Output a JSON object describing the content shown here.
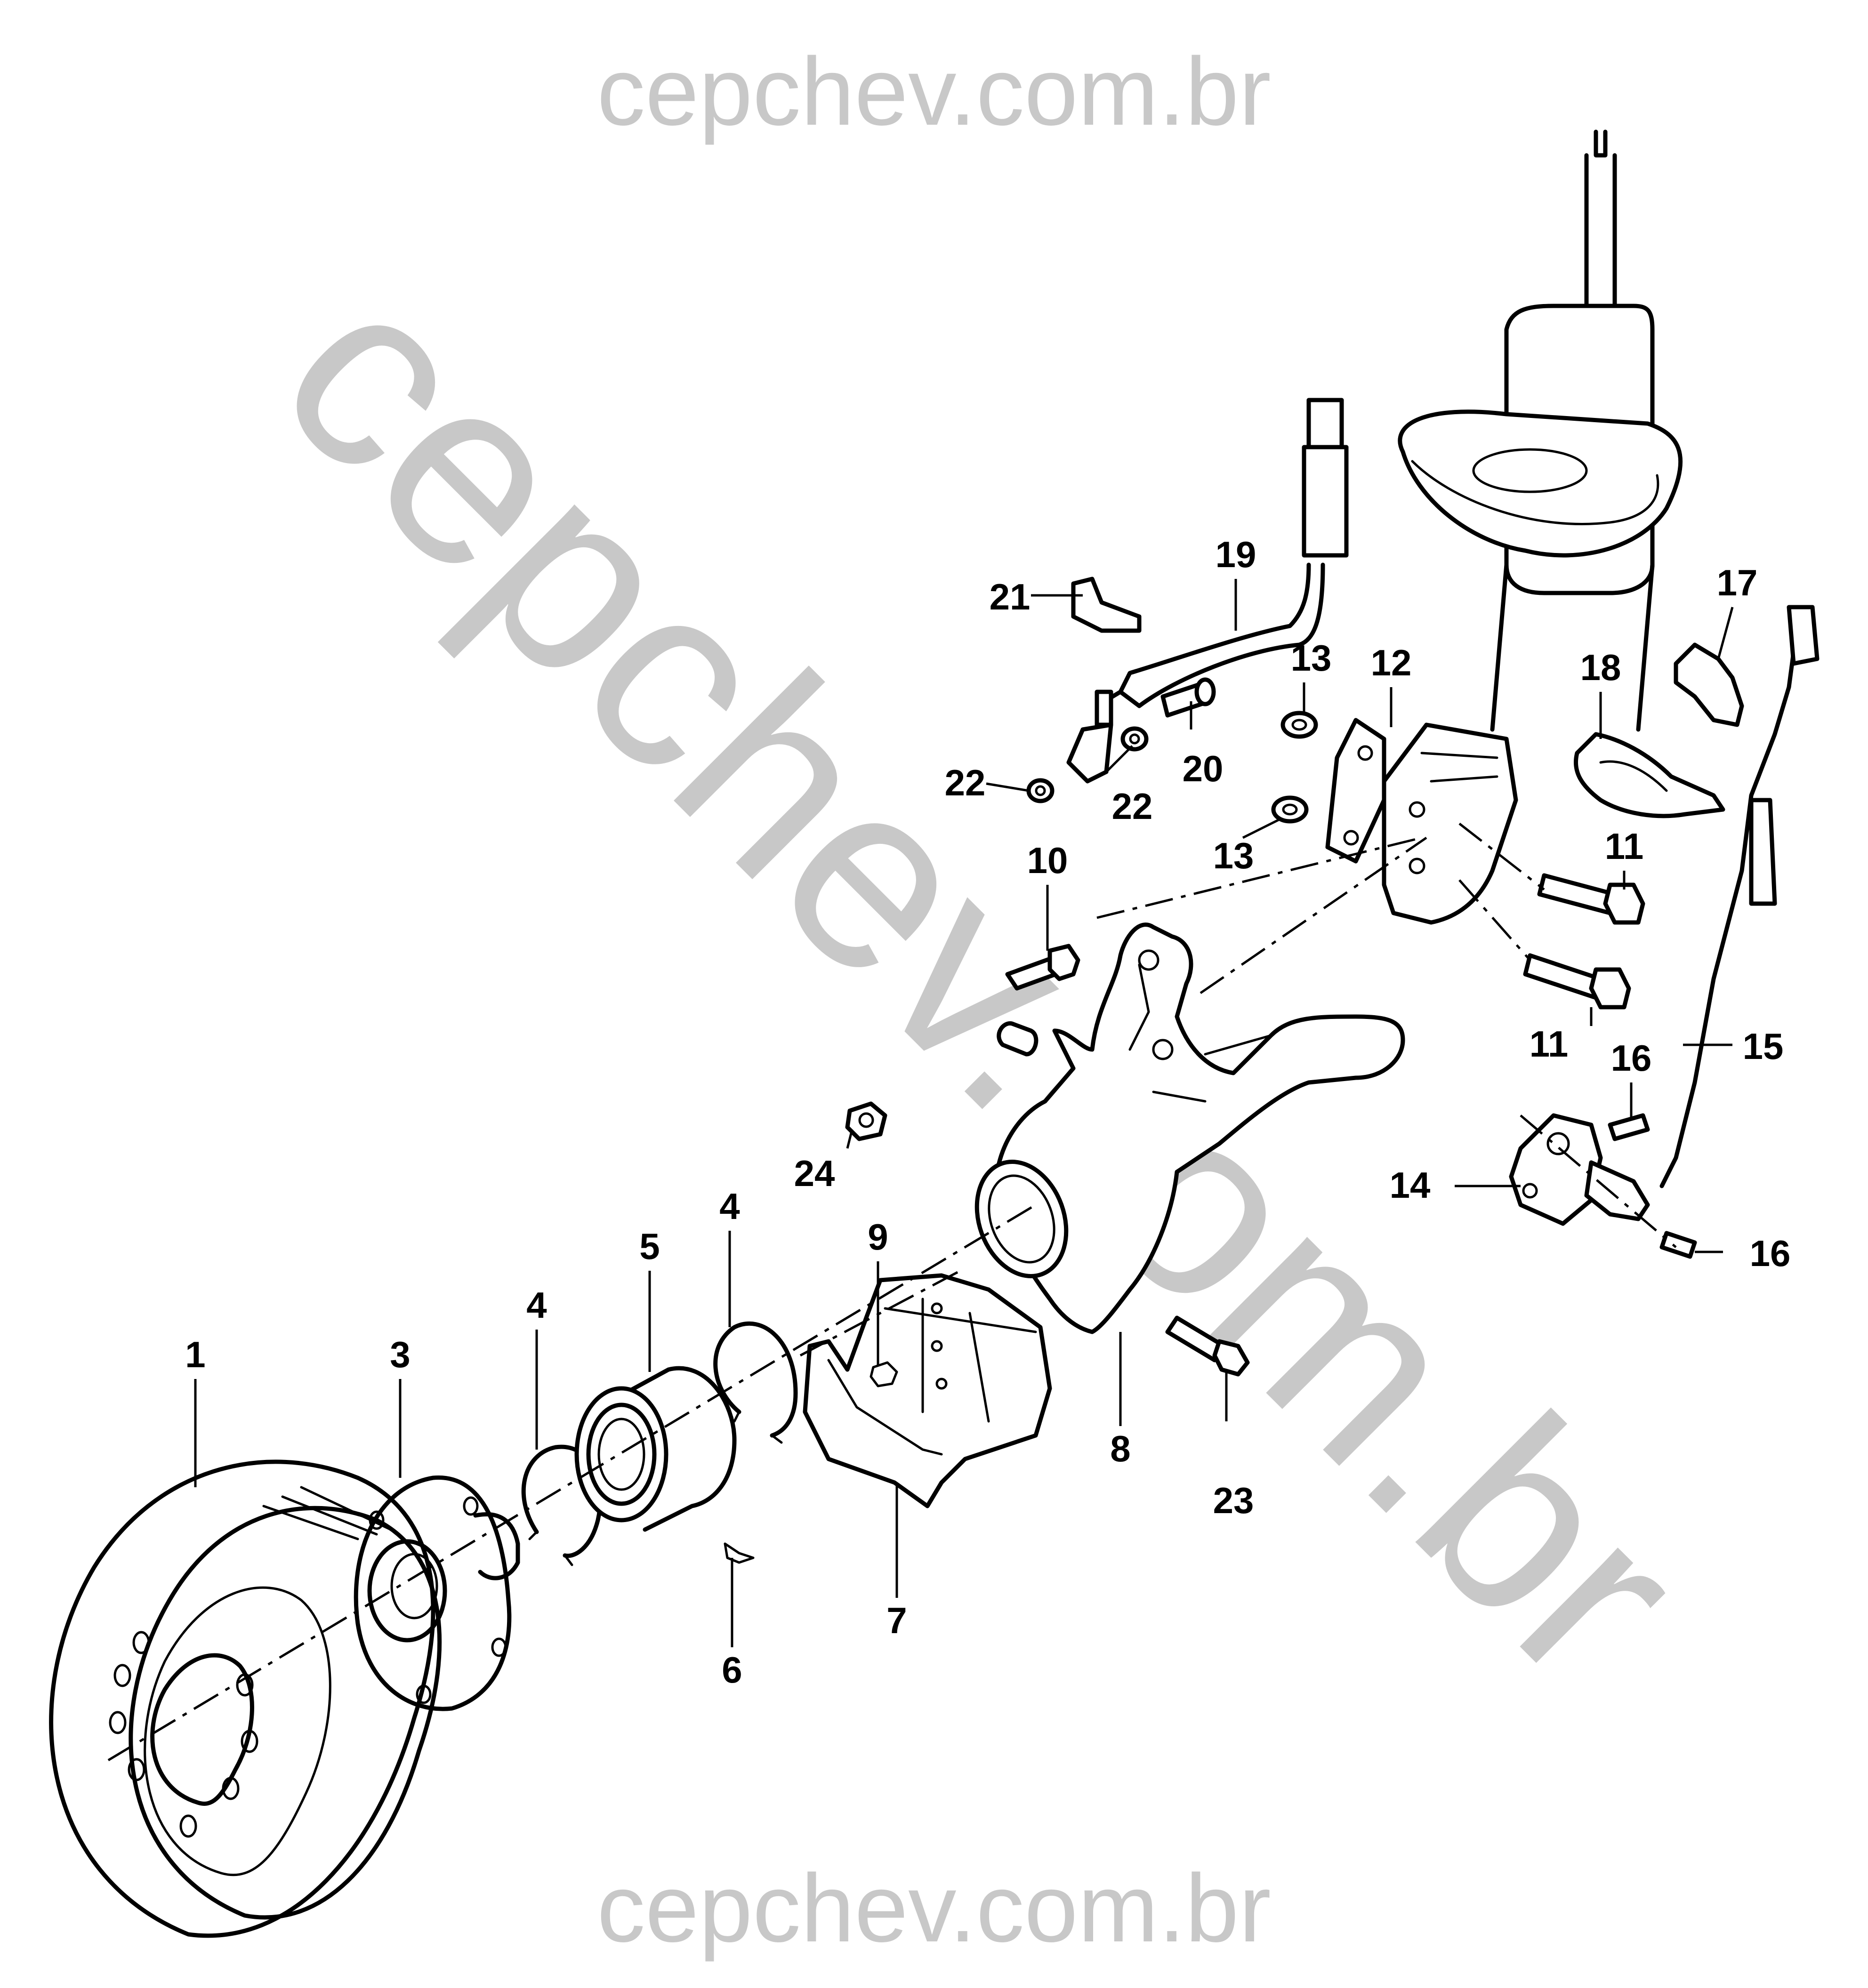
{
  "watermarks": {
    "top": "cepchev.com.br",
    "bottom": "cepchev.com.br",
    "diagonal": "cepchev.com.br"
  },
  "callouts": {
    "c1": "1",
    "c3": "3",
    "c4a": "4",
    "c4b": "4",
    "c5": "5",
    "c6": "6",
    "c7": "7",
    "c8": "8",
    "c9": "9",
    "c10": "10",
    "c11a": "11",
    "c11b": "11",
    "c12": "12",
    "c13a": "13",
    "c13b": "13",
    "c14": "14",
    "c15": "15",
    "c16a": "16",
    "c16b": "16",
    "c17": "17",
    "c18": "18",
    "c19": "19",
    "c20": "20",
    "c21": "21",
    "c22a": "22",
    "c22b": "22",
    "c23": "23",
    "c24": "24"
  }
}
